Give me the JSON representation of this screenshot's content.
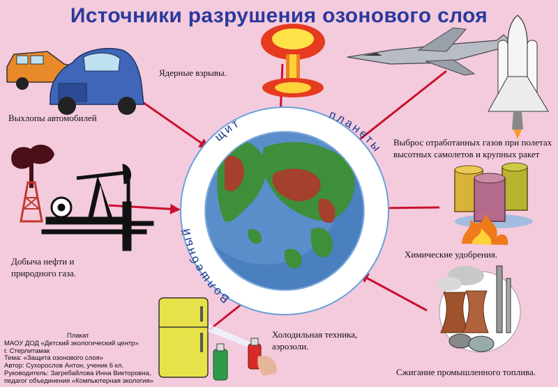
{
  "title": "Источники разрушения озонового слоя",
  "globe_ring_text": [
    "Волшебный",
    "щит",
    "планеты"
  ],
  "sources": {
    "cars": "Выхлопы автомобилей",
    "nuclear": "Ядерные взрывы.",
    "aviation": [
      "Выброс отработанных газов при полетах",
      "высотных самолетов и крупных ракет"
    ],
    "oil_gas": [
      "Добыча нефти и",
      "природного газа."
    ],
    "fertilizers": "Химические удобрения.",
    "refrigeration": [
      "Холодильная техника,",
      "аэрозоли."
    ],
    "fuel": "Сжигание промышленного топлива."
  },
  "credits": {
    "heading": "Плакат",
    "lines": [
      "МАОУ ДОД «Детский экологический центр»",
      "г. Стерлитамак",
      "Тема: «Защита озонового слоя»",
      "Автор: Сухорослов Антон, ученик 6 кл.",
      "Руководитель: Загребайлова Инна Викторовна,",
      "педагог объединения «Компьютерная экология»"
    ]
  },
  "colors": {
    "background": "#f4cadd",
    "title": "#2a3a9c",
    "arrow": "#c8102e",
    "ocean": "#4a7fc0",
    "land_green": "#3d8f3a",
    "land_brown": "#a4402c",
    "ring": "#ffffff",
    "ring_text": "#1b3b8c"
  },
  "icons": [
    "car-icon",
    "mushroom-cloud-icon",
    "jet-icon",
    "space-shuttle-icon",
    "oil-derrick-icon",
    "pumpjack-icon",
    "barrels-icon",
    "factory-icon",
    "refrigerator-icon",
    "spray-can-icon"
  ]
}
